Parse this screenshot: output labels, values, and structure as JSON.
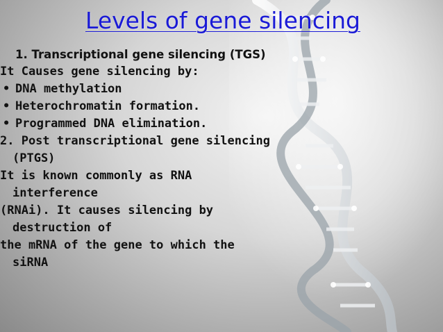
{
  "slide": {
    "title": "Levels of gene silencing",
    "item1_number": "1.",
    "item1_text": "Transcriptional gene silencing (TGS)",
    "intro": "It Causes gene silencing by:",
    "bullets": [
      "DNA methylation",
      "Heterochromatin formation.",
      "Programmed DNA elimination."
    ],
    "item2_line1": "2. Post transcriptional gene silencing",
    "item2_line2": "(PTGS)",
    "para_lines": [
      "It is known commonly as RNA",
      "interference",
      "(RNAi). It causes silencing by",
      "destruction of",
      "the mRNA of the gene to which the",
      "siRNA"
    ]
  },
  "decor": {
    "bullet_char": "•",
    "title_color": "#1a1ad6",
    "dna_icon": "dna-helix-icon"
  }
}
